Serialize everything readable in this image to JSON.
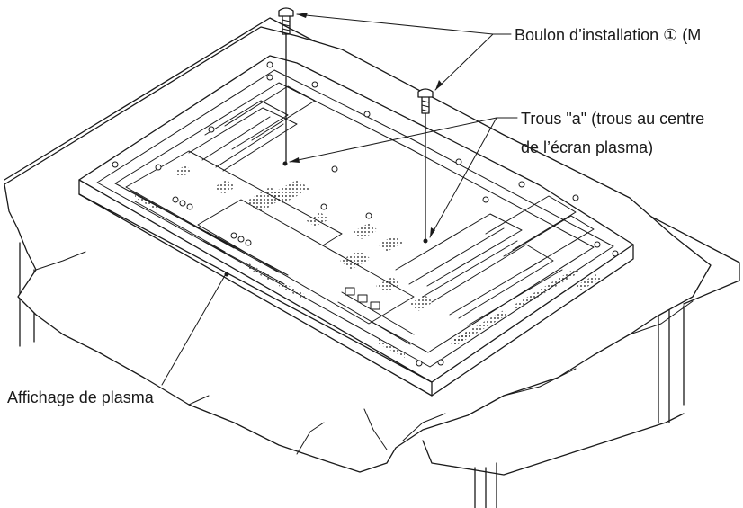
{
  "labels": {
    "bolt": "Boulon d’installation ① (M",
    "holes_line1": "Trous \"a\" (trous au centre",
    "holes_line2": "de l’écran plasma)",
    "display": "Affichage de plasma"
  }
}
